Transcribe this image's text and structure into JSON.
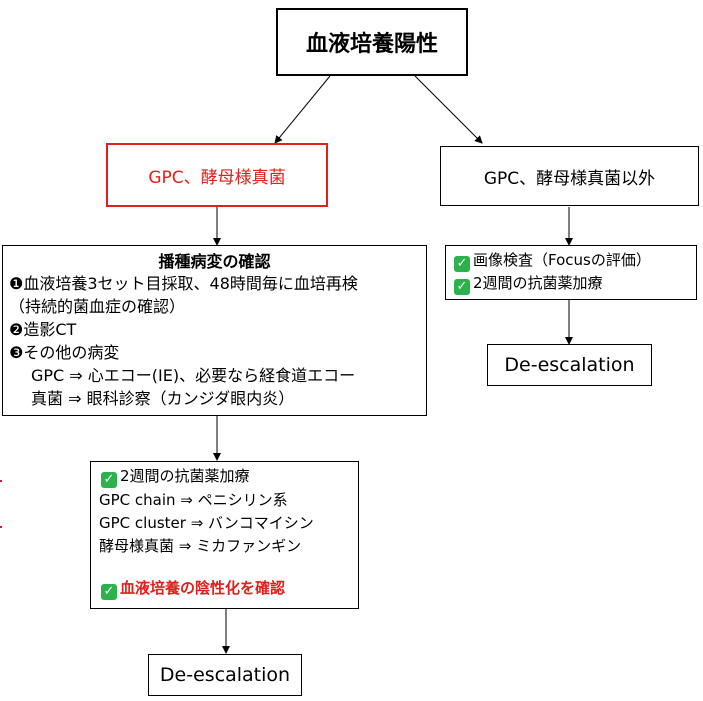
{
  "top": {
    "title": "血液培養陽性"
  },
  "left_branch": {
    "label_gpc": "GPC",
    "label_rest": "、酵母様真菌"
  },
  "right_branch": {
    "label": "GPC、酵母様真菌以外"
  },
  "dissemination": {
    "heading": "播種病変の確認",
    "line1": "❶血液培養3セット目採取、48時間毎に血培再検",
    "line2": "（持続的菌血症の確認）",
    "line3": "❷造影CT",
    "line4": "❸その他の病変",
    "line5": "GPC ⇒ 心エコー(IE)、必要なら経食道エコー",
    "line6": "真菌 ⇒ 眼科診察（カンジダ眼内炎）"
  },
  "right_checks": {
    "item1": "画像検査（Focusの評価）",
    "item2": "2週間の抗菌薬加療"
  },
  "treatment": {
    "item1": "2週間の抗菌薬加療",
    "line2": "GPC chain ⇒ ペニシリン系",
    "line3": "GPC cluster ⇒ バンコマイシン",
    "line4": "酵母様真菌 ⇒ ミカファンギン",
    "confirm": "血液培養の陰性化を確認"
  },
  "deesc_right": {
    "label": "De-escalation"
  },
  "deesc_left": {
    "label": "De-escalation"
  },
  "icons": {
    "check": "check-mark-icon"
  },
  "colors": {
    "red": "#e0201a",
    "check_green": "#2bb24c"
  }
}
